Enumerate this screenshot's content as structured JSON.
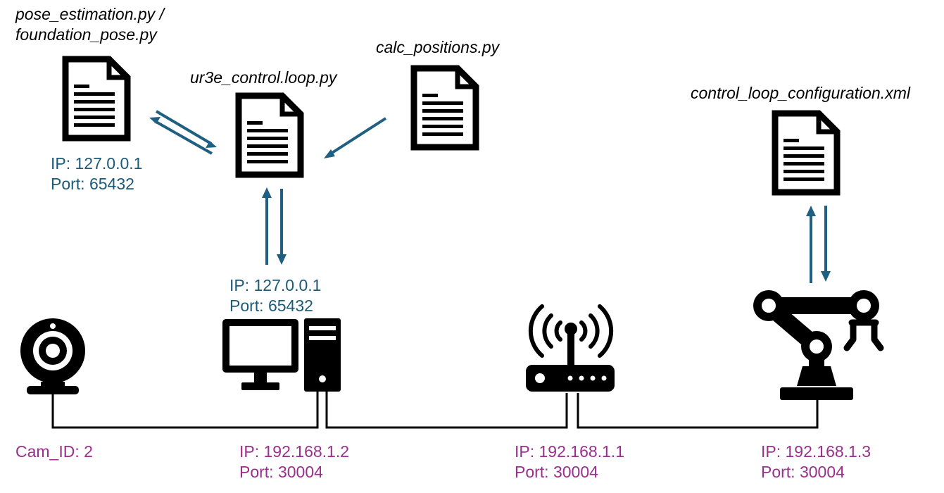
{
  "colors": {
    "arrow": "#1f5f82",
    "local_text": "#1c5a78",
    "network_text": "#9b2f8e",
    "icon": "#000000"
  },
  "files": {
    "pose": {
      "name_line1": "pose_estimation.py /",
      "name_line2": "foundation_pose.py",
      "icon": "document-icon"
    },
    "ur3e": {
      "name": "ur3e_control.loop.py",
      "icon": "document-icon"
    },
    "calc": {
      "name": "calc_positions.py",
      "icon": "document-icon"
    },
    "config": {
      "name": "control_loop_configuration.xml",
      "icon": "document-icon"
    }
  },
  "local_endpoints": {
    "pose": {
      "ip": "IP: 127.0.0.1",
      "port": "Port: 65432"
    },
    "computer": {
      "ip": "IP: 127.0.0.1",
      "port": "Port: 65432"
    }
  },
  "devices": {
    "webcam": {
      "icon": "webcam-icon",
      "label": "Cam_ID: 2"
    },
    "computer": {
      "icon": "desktop-computer-icon",
      "ip": "IP: 192.168.1.2",
      "port": "Port: 30004"
    },
    "router": {
      "icon": "wifi-router-icon",
      "ip": "IP: 192.168.1.1",
      "port": "Port: 30004"
    },
    "robot": {
      "icon": "robot-arm-icon",
      "ip": "IP: 192.168.1.3",
      "port": "Port: 30004"
    }
  }
}
